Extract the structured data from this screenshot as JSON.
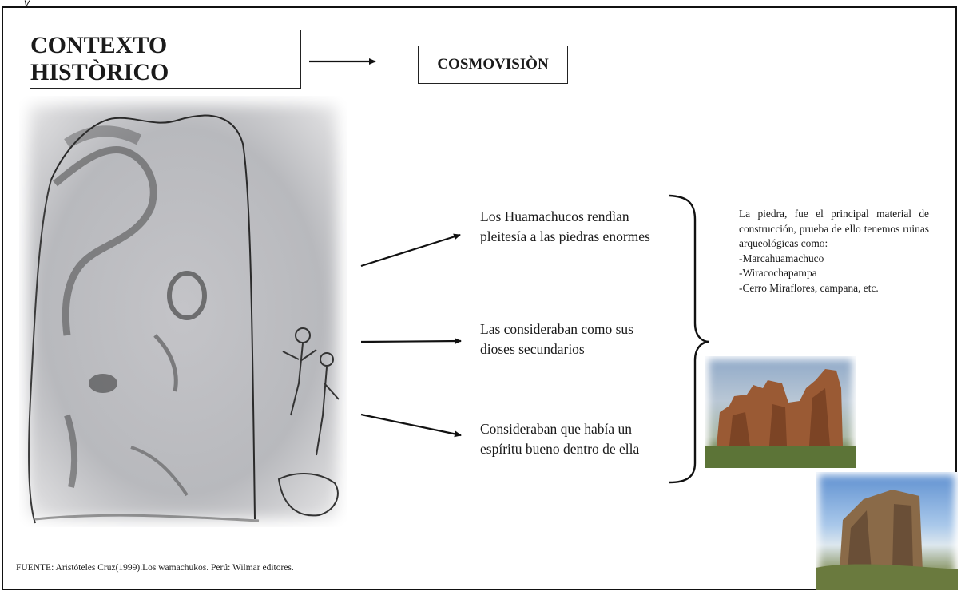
{
  "top_mark": "y",
  "title": "CONTEXTO HISTÒRICO",
  "subtitle": "COSMOVISIÒN",
  "points": [
    {
      "line1": "Los Huamachucos rendìan",
      "line2": "pleitesía a las piedras enormes"
    },
    {
      "line1": "Las consideraban como sus",
      "line2": "dioses secundarios"
    },
    {
      "line1": "Consideraban que había un",
      "line2": "espíritu bueno dentro de ella"
    }
  ],
  "note": {
    "paragraph": "La piedra, fue el principal material de construcción, prueba de ello tenemos ruinas arqueológicas como:",
    "items": [
      "-Marcahuamachuco",
      "-Wiracochapampa",
      "-Cerro Miraflores, campana, etc."
    ]
  },
  "source": "FUENTE: Aristóteles Cruz(1999).Los wamachukos. Perú: Wilmar editores."
}
